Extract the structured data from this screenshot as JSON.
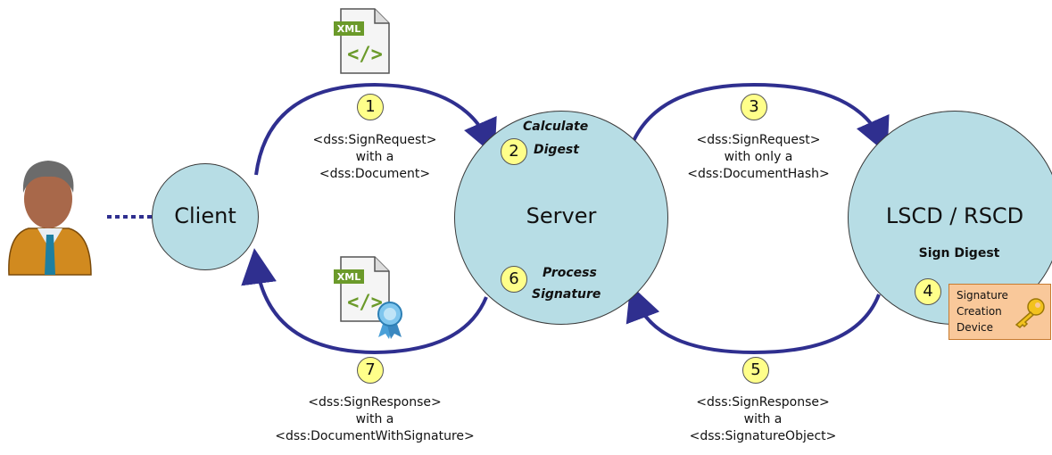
{
  "nodes": {
    "client": "Client",
    "server": "Server",
    "lscd": "LSCD / RSCD",
    "lscd_sub": "Sign Digest"
  },
  "steps": {
    "s1": "1",
    "s2": "2",
    "s3": "3",
    "s4": "4",
    "s5": "5",
    "s6": "6",
    "s7": "7"
  },
  "server_actions": {
    "calc1": "Calculate",
    "calc2": "Digest",
    "proc1": "Process",
    "proc2": "Signature"
  },
  "messages": {
    "m1": [
      "<dss:SignRequest>",
      "with a",
      "<dss:Document>"
    ],
    "m3": [
      "<dss:SignRequest>",
      "with only a",
      "<dss:DocumentHash>"
    ],
    "m5": [
      "<dss:SignResponse>",
      "with a",
      "<dss:SignatureObject>"
    ],
    "m7": [
      "<dss:SignResponse>",
      "with a",
      "<dss:DocumentWithSignature>"
    ]
  },
  "device": [
    "Signature",
    "Creation",
    "Device"
  ],
  "icons": {
    "xml_tag": "XML",
    "xml_code": "</>"
  },
  "colors": {
    "arrow": "#2f2f8f",
    "circle_fill": "#b7dde5",
    "step_fill": "#ffff8a",
    "device_fill": "#f9c89a"
  }
}
